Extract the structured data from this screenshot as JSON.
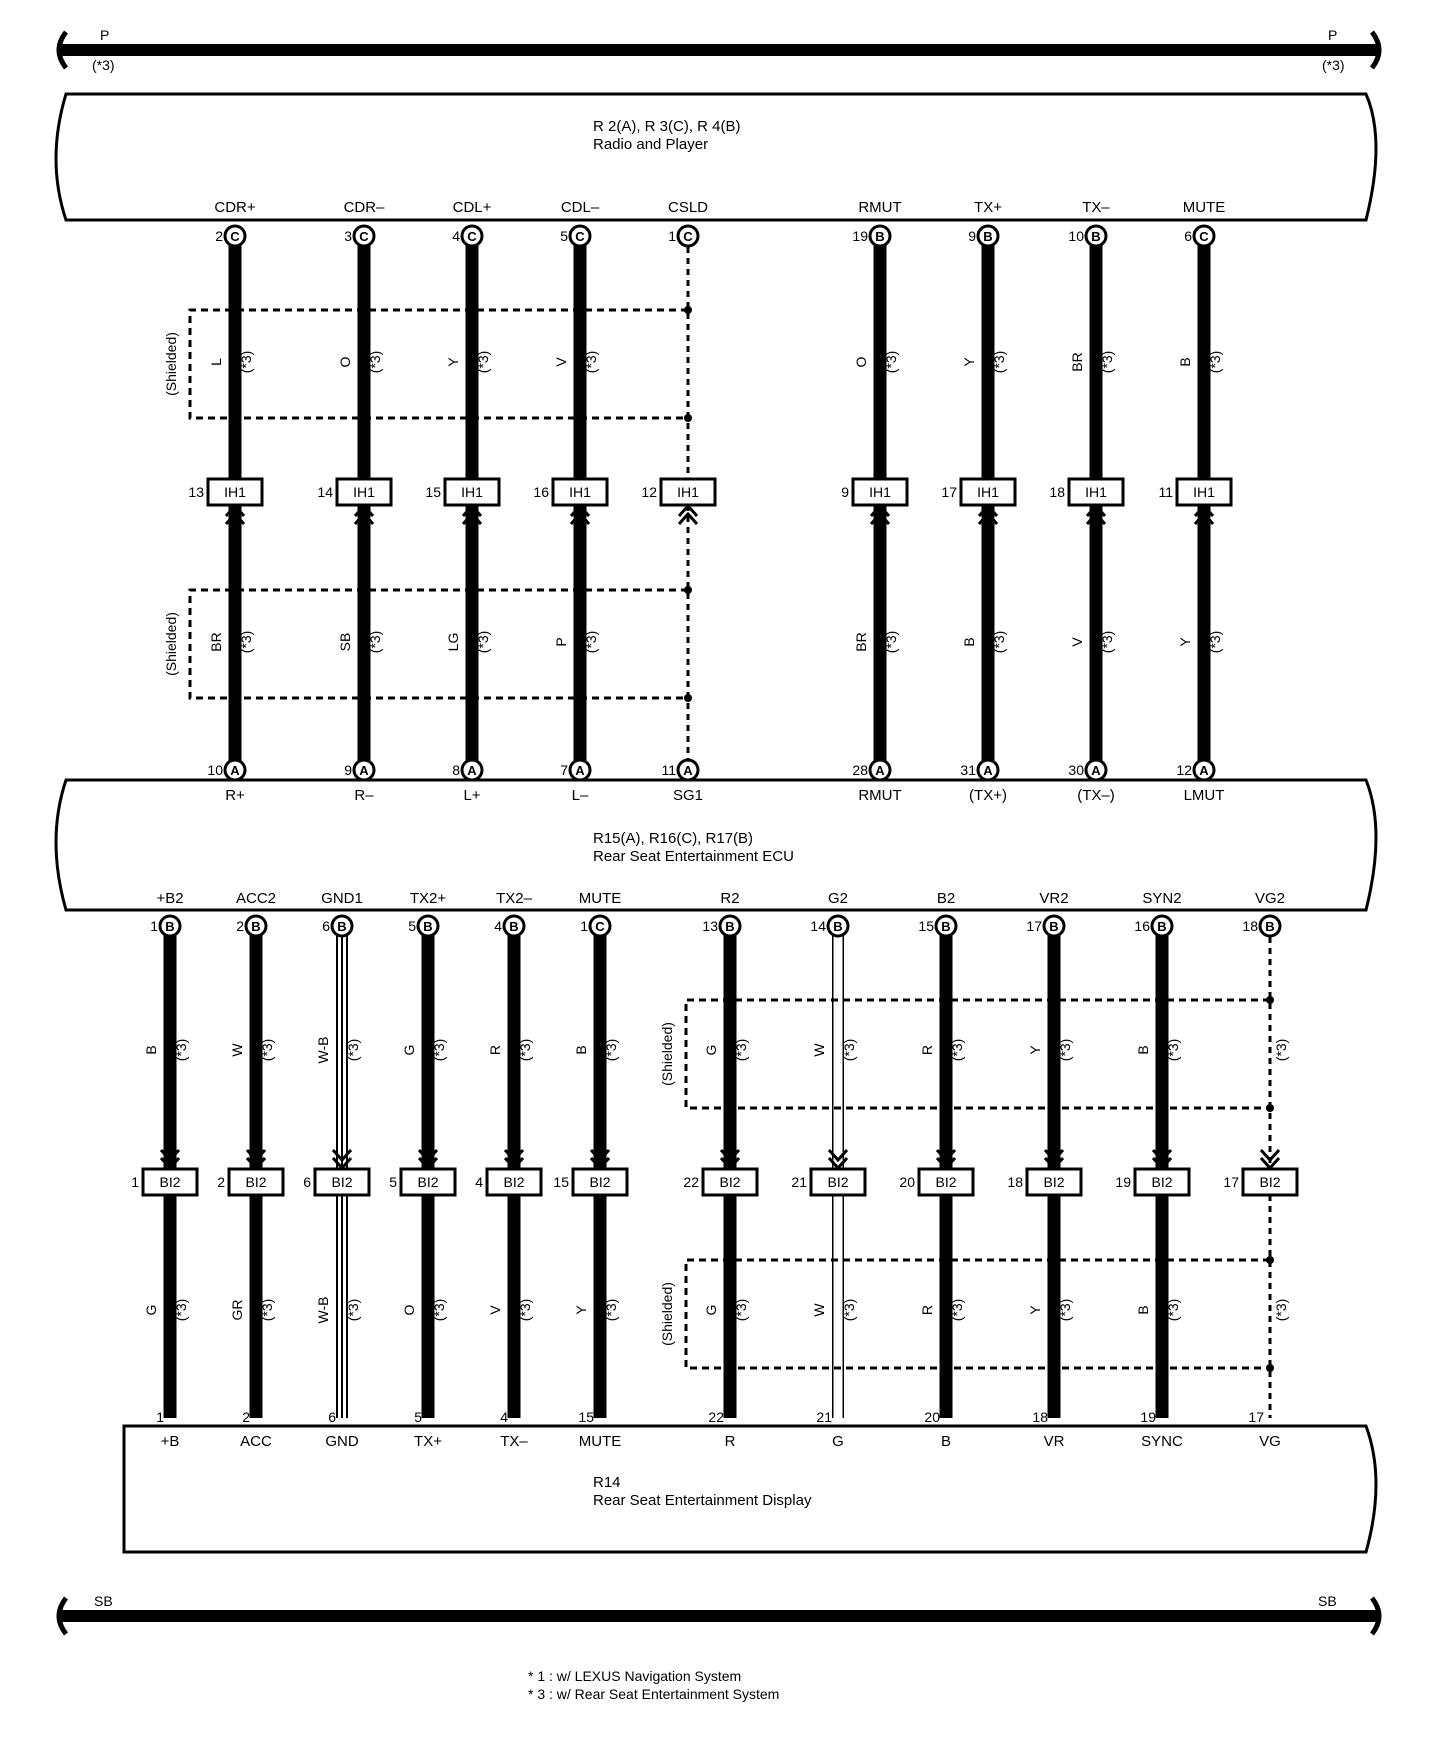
{
  "bus_top": {
    "label": "P",
    "note": "(*3)"
  },
  "bus_bottom": {
    "label": "SB"
  },
  "radio": {
    "title": "R 2(A), R 3(C), R 4(B)",
    "subtitle": "Radio and Player"
  },
  "ecu": {
    "title": "R15(A), R16(C), R17(B)",
    "subtitle": "Rear Seat Entertainment ECU"
  },
  "display": {
    "title": "R14",
    "subtitle": "Rear Seat Entertainment Display"
  },
  "shield_label": "(Shielded)",
  "note_mark": "(*3)",
  "upper_junction": "IH1",
  "lower_junction": "BI2",
  "upper_wires": [
    {
      "top_pin": "2",
      "top_conn": "C",
      "top_label": "CDR+",
      "color_a": "L",
      "jpin": "13",
      "color_b": "BR",
      "bot_pin": "10",
      "bot_conn": "A",
      "bot_label": "R+",
      "kind": "solid"
    },
    {
      "top_pin": "3",
      "top_conn": "C",
      "top_label": "CDR–",
      "color_a": "O",
      "jpin": "14",
      "color_b": "SB",
      "bot_pin": "9",
      "bot_conn": "A",
      "bot_label": "R–",
      "kind": "solid"
    },
    {
      "top_pin": "4",
      "top_conn": "C",
      "top_label": "CDL+",
      "color_a": "Y",
      "jpin": "15",
      "color_b": "LG",
      "bot_pin": "8",
      "bot_conn": "A",
      "bot_label": "L+",
      "kind": "solid"
    },
    {
      "top_pin": "5",
      "top_conn": "C",
      "top_label": "CDL–",
      "color_a": "V",
      "jpin": "16",
      "color_b": "P",
      "bot_pin": "7",
      "bot_conn": "A",
      "bot_label": "L–",
      "kind": "solid"
    },
    {
      "top_pin": "1",
      "top_conn": "C",
      "top_label": "CSLD",
      "color_a": "",
      "jpin": "12",
      "color_b": "",
      "bot_pin": "11",
      "bot_conn": "A",
      "bot_label": "SG1",
      "kind": "dashed"
    },
    {
      "top_pin": "19",
      "top_conn": "B",
      "top_label": "RMUT",
      "color_a": "O",
      "jpin": "9",
      "color_b": "BR",
      "bot_pin": "28",
      "bot_conn": "A",
      "bot_label": "RMUT",
      "kind": "solid"
    },
    {
      "top_pin": "9",
      "top_conn": "B",
      "top_label": "TX+",
      "color_a": "Y",
      "jpin": "17",
      "color_b": "B",
      "bot_pin": "31",
      "bot_conn": "A",
      "bot_label": "(TX+)",
      "kind": "solid"
    },
    {
      "top_pin": "10",
      "top_conn": "B",
      "top_label": "TX–",
      "color_a": "BR",
      "jpin": "18",
      "color_b": "V",
      "bot_pin": "30",
      "bot_conn": "A",
      "bot_label": "(TX–)",
      "kind": "solid"
    },
    {
      "top_pin": "6",
      "top_conn": "C",
      "top_label": "MUTE",
      "color_a": "B",
      "jpin": "11",
      "color_b": "Y",
      "bot_pin": "12",
      "bot_conn": "A",
      "bot_label": "LMUT",
      "kind": "solid"
    }
  ],
  "lower_wires": [
    {
      "top_pin": "1",
      "top_conn": "B",
      "top_label": "+B2",
      "color_a": "B",
      "jpin": "1",
      "color_b": "G",
      "bot_pin": "1",
      "bot_label": "+B",
      "kind": "solid"
    },
    {
      "top_pin": "2",
      "top_conn": "B",
      "top_label": "ACC2",
      "color_a": "W",
      "jpin": "2",
      "color_b": "GR",
      "bot_pin": "2",
      "bot_label": "ACC",
      "kind": "white-solid"
    },
    {
      "top_pin": "6",
      "top_conn": "B",
      "top_label": "GND1",
      "color_a": "W-B",
      "jpin": "6",
      "color_b": "W-B",
      "bot_pin": "6",
      "bot_label": "GND",
      "kind": "stripe"
    },
    {
      "top_pin": "5",
      "top_conn": "B",
      "top_label": "TX2+",
      "color_a": "G",
      "jpin": "5",
      "color_b": "O",
      "bot_pin": "5",
      "bot_label": "TX+",
      "kind": "solid"
    },
    {
      "top_pin": "4",
      "top_conn": "B",
      "top_label": "TX2–",
      "color_a": "R",
      "jpin": "4",
      "color_b": "V",
      "bot_pin": "4",
      "bot_label": "TX–",
      "kind": "solid"
    },
    {
      "top_pin": "1",
      "top_conn": "C",
      "top_label": "MUTE",
      "color_a": "B",
      "jpin": "15",
      "color_b": "Y",
      "bot_pin": "15",
      "bot_label": "MUTE",
      "kind": "solid"
    },
    {
      "top_pin": "13",
      "top_conn": "B",
      "top_label": "R2",
      "color_a": "G",
      "jpin": "22",
      "color_b": "G",
      "bot_pin": "22",
      "bot_label": "R",
      "kind": "solid"
    },
    {
      "top_pin": "14",
      "top_conn": "B",
      "top_label": "G2",
      "color_a": "W",
      "jpin": "21",
      "color_b": "W",
      "bot_pin": "21",
      "bot_label": "G",
      "kind": "white"
    },
    {
      "top_pin": "15",
      "top_conn": "B",
      "top_label": "B2",
      "color_a": "R",
      "jpin": "20",
      "color_b": "R",
      "bot_pin": "20",
      "bot_label": "B",
      "kind": "solid"
    },
    {
      "top_pin": "17",
      "top_conn": "B",
      "top_label": "VR2",
      "color_a": "Y",
      "jpin": "18",
      "color_b": "Y",
      "bot_pin": "18",
      "bot_label": "VR",
      "kind": "solid"
    },
    {
      "top_pin": "16",
      "top_conn": "B",
      "top_label": "SYN2",
      "color_a": "B",
      "jpin": "19",
      "color_b": "B",
      "bot_pin": "19",
      "bot_label": "SYNC",
      "kind": "solid"
    },
    {
      "top_pin": "18",
      "top_conn": "B",
      "top_label": "VG2",
      "color_a": "",
      "jpin": "17",
      "color_b": "",
      "bot_pin": "17",
      "bot_label": "VG",
      "kind": "dashed"
    }
  ],
  "footnotes": [
    "* 1 : w/ LEXUS Navigation System",
    "* 3 : w/ Rear Seat Entertainment System"
  ]
}
